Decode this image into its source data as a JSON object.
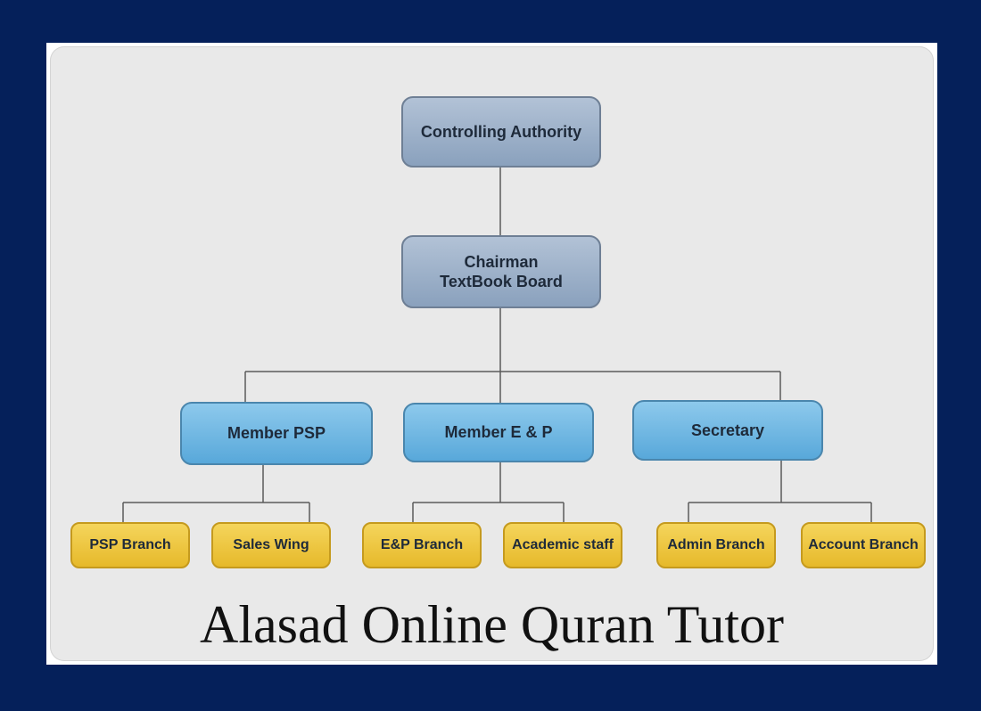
{
  "diagram": {
    "nodes": {
      "controlling_authority": "Controlling Authority",
      "chairman": "Chairman\nTextBook Board",
      "member_psp": "Member PSP",
      "member_ep": "Member E & P",
      "secretary": "Secretary",
      "psp_branch": "PSP Branch",
      "sales_wing": "Sales Wing",
      "ep_branch": "E&P Branch",
      "academic_staff": "Academic staff",
      "admin_branch": "Admin Branch",
      "account_branch": "Account Branch"
    },
    "edges": [
      [
        "controlling_authority",
        "chairman"
      ],
      [
        "chairman",
        "member_psp"
      ],
      [
        "chairman",
        "member_ep"
      ],
      [
        "chairman",
        "secretary"
      ],
      [
        "member_psp",
        "psp_branch"
      ],
      [
        "member_psp",
        "sales_wing"
      ],
      [
        "member_ep",
        "ep_branch"
      ],
      [
        "member_ep",
        "academic_staff"
      ],
      [
        "secretary",
        "admin_branch"
      ],
      [
        "secretary",
        "account_branch"
      ]
    ]
  },
  "caption": "Alasad Online Quran Tutor",
  "colors": {
    "background": "#05205a",
    "panel": "#e9e9e9",
    "top_level_box": "#9cb0c9",
    "member_box": "#6bb6e2",
    "branch_box": "#efc842",
    "connector": "#5a5a5a"
  }
}
